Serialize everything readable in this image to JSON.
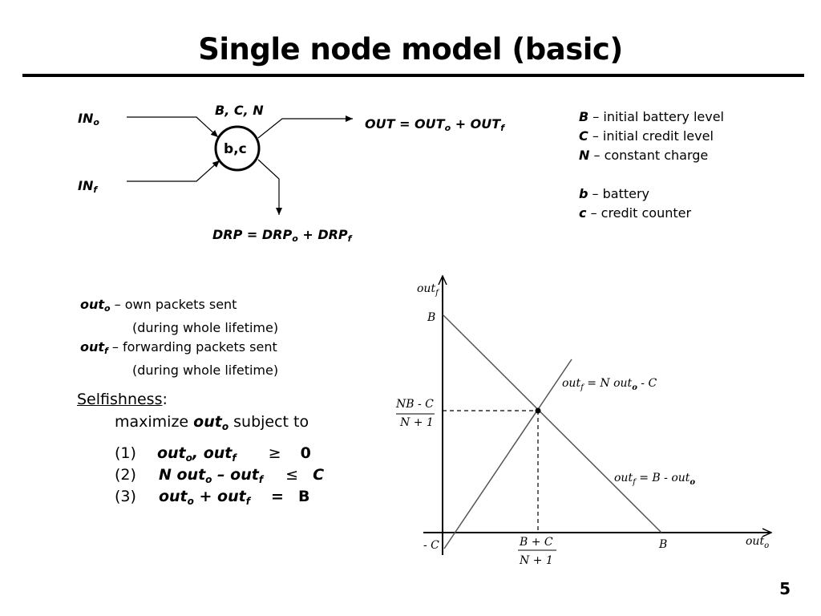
{
  "title": "Single node model (basic)",
  "diagram": {
    "in_own": "IN",
    "in_own_sub": "o",
    "in_fwd": "IN",
    "in_fwd_sub": "f",
    "params": "B, C, N",
    "node": "b,c",
    "out_eq": "OUT = OUT",
    "out_eq_sub1": "o",
    "out_eq_mid": " + OUT",
    "out_eq_sub2": "f",
    "drp_eq": "DRP = DRP",
    "drp_eq_sub1": "o",
    "drp_eq_mid": " + DRP",
    "drp_eq_sub2": "f"
  },
  "legend": [
    {
      "symbol": "B",
      "text": " – initial battery level"
    },
    {
      "symbol": "C",
      "text": " – initial credit level"
    },
    {
      "symbol": "N",
      "text": " – constant charge"
    },
    {
      "symbol": "b",
      "text": " – battery"
    },
    {
      "symbol": "c",
      "text": " – credit counter"
    }
  ],
  "definitions": {
    "own_term": "out",
    "own_sub": "o",
    "own_text": " – own packets sent",
    "own_paren": "(during whole lifetime)",
    "fwd_term": "out",
    "fwd_sub": "f",
    "fwd_text": " – forwarding packets sent",
    "fwd_paren": "(during whole lifetime)"
  },
  "selfishness": {
    "heading": "Selfishness",
    "colon": ":",
    "objective_pre": "maximize ",
    "objective_var": "out",
    "objective_sub": "o",
    "objective_post": " subject to",
    "constraints": [
      {
        "num": "(1)",
        "parts": [
          "out",
          "o",
          ", out",
          "f"
        ],
        "op": "≥",
        "rhs": "0"
      },
      {
        "num": "(2)",
        "parts": [
          "N out",
          "o",
          " – out",
          "f"
        ],
        "op": "≤",
        "rhs": "C"
      },
      {
        "num": "(3)",
        "parts": [
          "out",
          "o",
          " + out",
          "f"
        ],
        "op": "=",
        "rhs": "B"
      }
    ]
  },
  "chart_data": {
    "type": "line",
    "xlabel": "out",
    "xlabel_sub": "o",
    "ylabel": "out",
    "ylabel_sub": "f",
    "x_ticks": [
      "B + C",
      "N + 1",
      "B"
    ],
    "y_ticks": [
      "B",
      "NB - C",
      "N + 1",
      "- C"
    ],
    "series": [
      {
        "name": "out_f = N out_o - C",
        "label_lhs": "out",
        "label_lhs_sub": "f",
        "label_rhs": " = N out",
        "label_rhs_sub": "o",
        "label_tail": " - C"
      },
      {
        "name": "out_f = B - out_o",
        "label_lhs": "out",
        "label_lhs_sub": "f",
        "label_rhs": " = B - out",
        "label_rhs_sub": "o",
        "label_tail": ""
      }
    ]
  },
  "page_number": "5"
}
